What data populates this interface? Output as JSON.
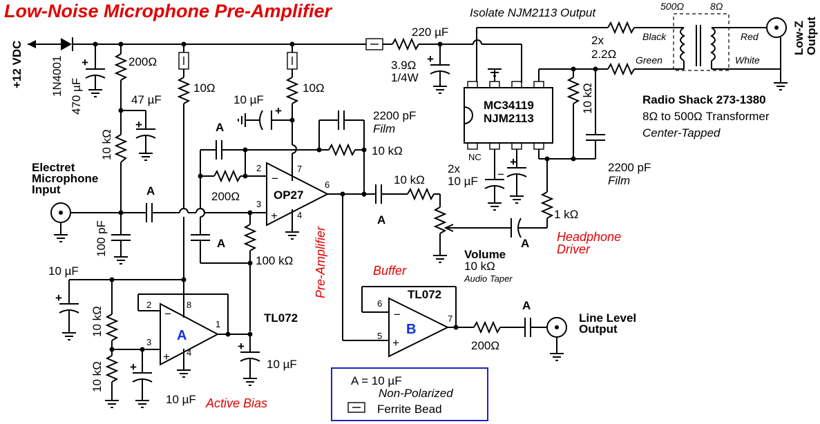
{
  "title": "Low-Noise Microphone Pre-Amplifier",
  "supply": "+12 VDC",
  "diode": "1N4001",
  "c_470": "470 µF",
  "r_200_top": "200Ω",
  "c_47": "47 µF",
  "r_10k_div": "10 kΩ",
  "r_10_a": "10Ω",
  "r_10_b": "10Ω",
  "c_10_top": "10 µF",
  "cap_a": "A",
  "r_200_fb": "200Ω",
  "pin2": "2",
  "pin3": "3",
  "pin7": "7",
  "pin6": "6",
  "pin4": "4",
  "op27": "OP27",
  "c_2200_fb": "2200 pF",
  "film": "Film",
  "r_10k_fb": "10 kΩ",
  "mic_input_1": "Electret",
  "mic_input_2": "Microphone",
  "mic_input_3": "Input",
  "c_100p": "100 pF",
  "r_100k": "100 kΩ",
  "c_220": "220 µF",
  "r_3_9": "3.9Ω",
  "watt": "1/4W",
  "isolate": "Isolate NJM2113 Output",
  "ic_name_1": "MC34119",
  "ic_name_2": "NJM2113",
  "nc": "NC",
  "minus": "−",
  "plus": "+",
  "two_x": "2x",
  "r_2_2": "2.2Ω",
  "black": "Black",
  "green": "Green",
  "red": "Red",
  "white": "White",
  "ohm500": "500Ω",
  "ohm8": "8Ω",
  "lowz_1": "Low-Z",
  "lowz_2": "Output",
  "r_10k_v": "10 kΩ",
  "rs_title": "Radio Shack 273-1380",
  "rs_line2": "8Ω to 500Ω Transformer",
  "rs_line3": "Center-Tapped",
  "c_2200_b": "2200 pF",
  "c_2x10_a": "2x",
  "c_2x10_b": "10 µF",
  "r_10k_in": "10 kΩ",
  "r_1k": "1 kΩ",
  "headphone_1": "Headphone",
  "headphone_2": "Driver",
  "volume": "Volume",
  "volume_val": "10 kΩ",
  "audio_taper": "Audio Taper",
  "pre_amp_label": "Pre-Amplifier",
  "buffer": "Buffer",
  "tl072": "TL072",
  "opamp_a": "A",
  "opamp_b": "B",
  "pin8": "8",
  "pin1": "1",
  "pin5": "5",
  "r_200_out": "200Ω",
  "line_1": "Line Level",
  "line_2": "Output",
  "c_10_left": "10 µF",
  "r_10k_b1": "10 kΩ",
  "r_10k_b2": "10 kΩ",
  "c_10_b1": "10 µF",
  "c_10_b2": "10 µF",
  "active_bias": "Active Bias",
  "legend_a": "A = 10 µF",
  "legend_np": "Non-Polarized",
  "legend_fb": "Ferrite Bead",
  "colors": {
    "red": "#e00000",
    "blue": "#1030e0",
    "box": "#2020c0"
  }
}
